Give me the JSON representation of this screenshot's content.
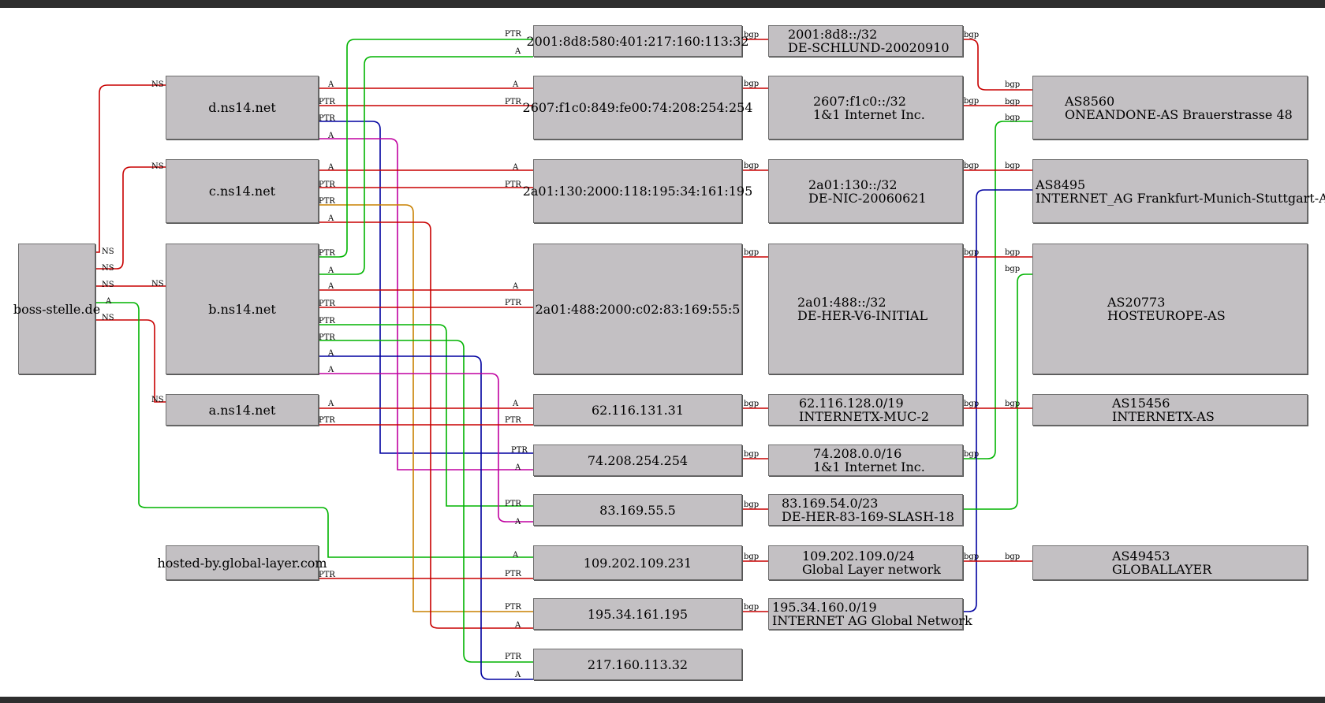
{
  "diagram": {
    "nodes": {
      "root": [
        "boss-stelle.de"
      ],
      "ns_d": [
        "d.ns14.net"
      ],
      "ns_c": [
        "c.ns14.net"
      ],
      "ns_b": [
        "b.ns14.net"
      ],
      "ns_a": [
        "a.ns14.net"
      ],
      "host_gl": [
        "hosted-by.global-layer.com"
      ],
      "ip_v6_1": [
        "2001:8d8:580:401:217:160:113:32"
      ],
      "ip_v6_2": [
        "2607:f1c0:849:fe00:74:208:254:254"
      ],
      "ip_v6_3": [
        "2a01:130:2000:118:195:34:161:195"
      ],
      "ip_v6_4": [
        "2a01:488:2000:c02:83:169:55:5"
      ],
      "ip_62": [
        "62.116.131.31"
      ],
      "ip_74": [
        "74.208.254.254"
      ],
      "ip_83": [
        "83.169.55.5"
      ],
      "ip_109": [
        "109.202.109.231"
      ],
      "ip_195": [
        "195.34.161.195"
      ],
      "ip_217": [
        "217.160.113.32"
      ],
      "net_v6_1": [
        "2001:8d8::/32",
        "DE-SCHLUND-20020910"
      ],
      "net_v6_2": [
        "2607:f1c0::/32",
        "1&1 Internet Inc."
      ],
      "net_v6_3": [
        "2a01:130::/32",
        "DE-NIC-20060621"
      ],
      "net_v6_4": [
        "2a01:488::/32",
        "DE-HER-V6-INITIAL"
      ],
      "net_62": [
        "62.116.128.0/19",
        "INTERNETX-MUC-2"
      ],
      "net_74": [
        "74.208.0.0/16",
        "1&1 Internet Inc."
      ],
      "net_83": [
        "83.169.54.0/23",
        "DE-HER-83-169-SLASH-18"
      ],
      "net_109": [
        "109.202.109.0/24",
        "Global Layer network"
      ],
      "net_195": [
        "195.34.160.0/19",
        "INTERNET AG Global Network"
      ],
      "as_8560": [
        "AS8560",
        "ONEANDONE-AS Brauerstrasse 48"
      ],
      "as_8495": [
        "AS8495",
        "INTERNET_AG Frankfurt-Munich-Stuttgart-A"
      ],
      "as_20773": [
        "AS20773",
        "HOSTEUROPE-AS"
      ],
      "as_15456": [
        "AS15456",
        "INTERNETX-AS"
      ],
      "as_49453": [
        "AS49453",
        "GLOBALLAYER"
      ]
    },
    "edge_labels": {
      "ns": "NS",
      "a": "A",
      "ptr": "PTR",
      "bgp": "bgp"
    },
    "colors": {
      "red": "#c80000",
      "green": "#00b400",
      "blue": "#0000a0",
      "magenta": "#c000a0",
      "orange": "#c88000",
      "node_fill": "#c3c0c3",
      "node_border": "#6f6f6f"
    }
  }
}
